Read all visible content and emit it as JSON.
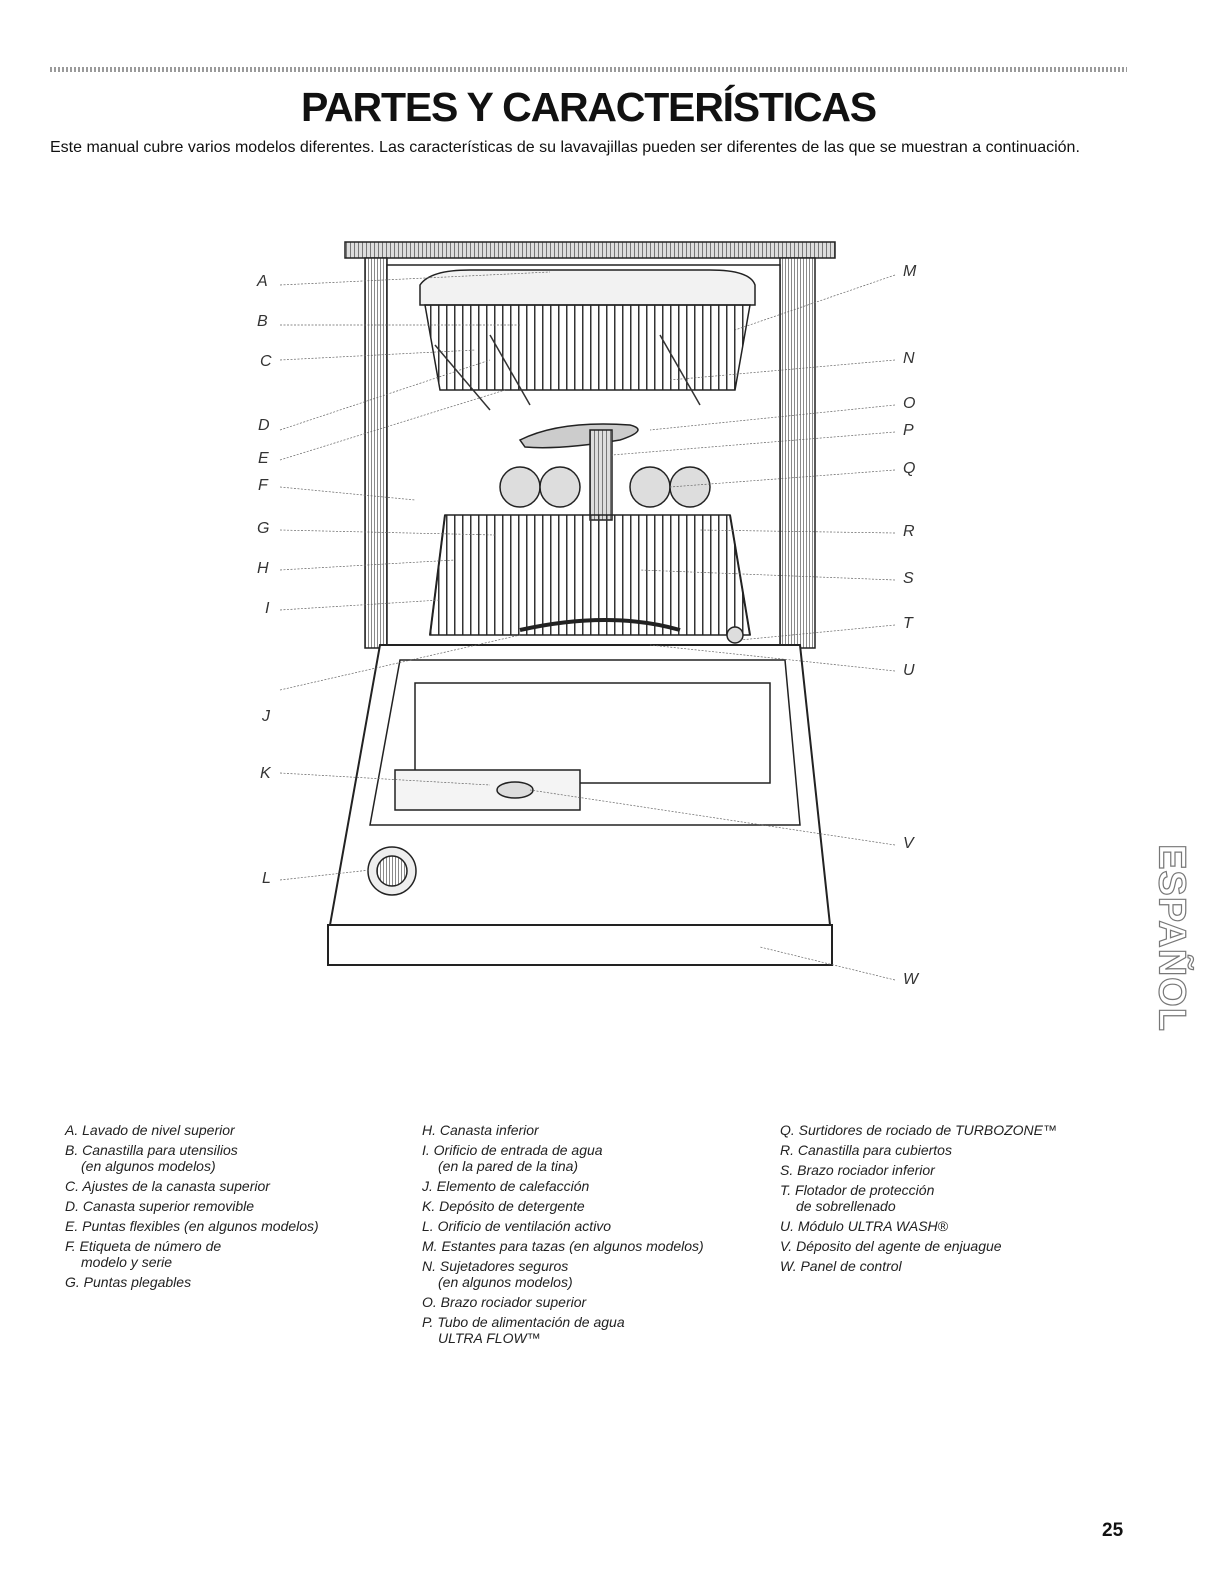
{
  "page": {
    "title": "PARTES Y CARACTERÍSTICAS",
    "intro": "Este manual cubre varios modelos diferentes. Las características de su lavavajillas pueden ser diferentes de las que se muestran a continuación.",
    "side_tab": "ESPAÑOL",
    "page_number": "25"
  },
  "figure": {
    "callouts_left": [
      "A",
      "B",
      "C",
      "D",
      "E",
      "F",
      "G",
      "H",
      "I",
      "J",
      "K",
      "L"
    ],
    "callouts_right": [
      "M",
      "N",
      "O",
      "P",
      "Q",
      "R",
      "S",
      "T",
      "U",
      "V",
      "W"
    ]
  },
  "legend": {
    "col1": [
      {
        "line1": "A. Lavado de nivel superior",
        "line2": ""
      },
      {
        "line1": "B. Canastilla para utensilios",
        "line2": "(en algunos modelos)"
      },
      {
        "line1": "C. Ajustes de la canasta superior",
        "line2": ""
      },
      {
        "line1": "D. Canasta superior removible",
        "line2": ""
      },
      {
        "line1": "E. Puntas flexibles (en algunos modelos)",
        "line2": ""
      },
      {
        "line1": "F. Etiqueta de número de",
        "line2": "modelo y serie"
      },
      {
        "line1": "G. Puntas plegables",
        "line2": ""
      }
    ],
    "col2": [
      {
        "line1": "H. Canasta inferior",
        "line2": ""
      },
      {
        "line1": "I. Orificio de entrada de agua",
        "line2": "(en la pared de la tina)"
      },
      {
        "line1": "J. Elemento de calefacción",
        "line2": ""
      },
      {
        "line1": "K. Depósito de detergente",
        "line2": ""
      },
      {
        "line1": "L. Orificio de ventilación activo",
        "line2": ""
      },
      {
        "line1": "M. Estantes para tazas (en algunos modelos)",
        "line2": ""
      },
      {
        "line1": "N. Sujetadores seguros",
        "line2": "(en algunos modelos)"
      },
      {
        "line1": "O. Brazo rociador superior",
        "line2": ""
      },
      {
        "line1": "P. Tubo de alimentación de agua",
        "line2": "ULTRA FLOW™"
      }
    ],
    "col3": [
      {
        "line1": "Q. Surtidores de rociado de TURBOZONE™",
        "line2": ""
      },
      {
        "line1": "R. Canastilla para cubiertos",
        "line2": ""
      },
      {
        "line1": "S. Brazo rociador inferior",
        "line2": ""
      },
      {
        "line1": "T. Flotador de protección",
        "line2": "de sobrellenado"
      },
      {
        "line1": "U. Módulo ULTRA WASH®",
        "line2": ""
      },
      {
        "line1": "V. Déposito del agente de enjuague",
        "line2": ""
      },
      {
        "line1": "W. Panel de control",
        "line2": ""
      }
    ]
  }
}
